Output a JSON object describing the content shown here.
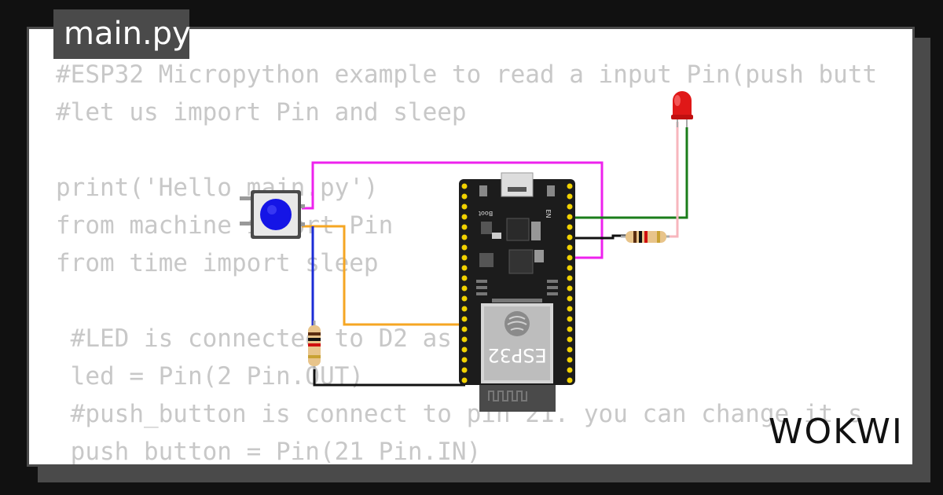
{
  "tab": {
    "title": "main.py"
  },
  "code": {
    "lines": [
      "#ESP32 Micropython example to read a input Pin(push butt",
      "#let us import Pin and sleep",
      "",
      "print('Hello main.py')",
      "from machine import Pin",
      "from time import sleep",
      "",
      " #LED is connected to D2 as",
      " led = Pin(2 Pin.OUT)",
      " #push_button is connect to pin 21. you can change it s",
      " push_button = Pin(21 Pin.IN)"
    ]
  },
  "board": {
    "label": "ESP32",
    "boot_label": "Boot",
    "en_label": "EN"
  },
  "brand": {
    "logo_text": "WOKWI"
  },
  "colors": {
    "wire_magenta": "#ee22ee",
    "wire_orange": "#f5a623",
    "wire_blue": "#1b2bd6",
    "wire_green": "#1a7d1a",
    "wire_black": "#111111",
    "wire_pink": "#f7b6bd",
    "led_red": "#e01818",
    "button_blue": "#1515e6"
  }
}
